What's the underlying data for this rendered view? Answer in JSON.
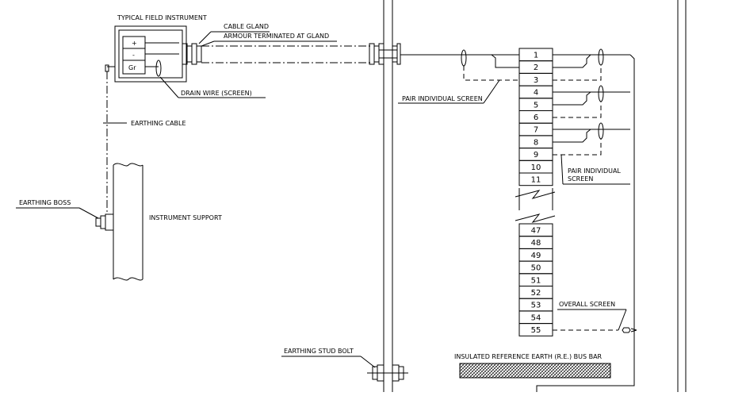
{
  "labels": {
    "typical_field_instrument": "TYPICAL FIELD INSTRUMENT",
    "cable_gland": "CABLE GLAND",
    "armour_terminated": "ARMOUR TERMINATED AT GLAND",
    "drain_wire": "DRAIN WIRE (SCREEN)",
    "earthing_cable": "EARTHING CABLE",
    "earthing_boss": "EARTHING BOSS",
    "instrument_support": "INSTRUMENT SUPPORT",
    "pair_screen_left": "PAIR INDIVIDUAL SCREEN",
    "pair_screen_right_1": "PAIR INDIVIDUAL",
    "pair_screen_right_2": "SCREEN",
    "overall_screen": "OVERALL SCREEN",
    "earthing_stud_bolt": "EARTHING STUD BOLT",
    "re_bus_bar": "INSULATED REFERENCE EARTH (R.E.) BUS BAR"
  },
  "instrument_terminals": [
    "+",
    "-",
    "Gr"
  ],
  "terminals_top": [
    "1",
    "2",
    "3",
    "4",
    "5",
    "6",
    "7",
    "8",
    "9",
    "10",
    "11"
  ],
  "terminals_bottom": [
    "47",
    "48",
    "49",
    "50",
    "51",
    "52",
    "53",
    "54",
    "55"
  ]
}
